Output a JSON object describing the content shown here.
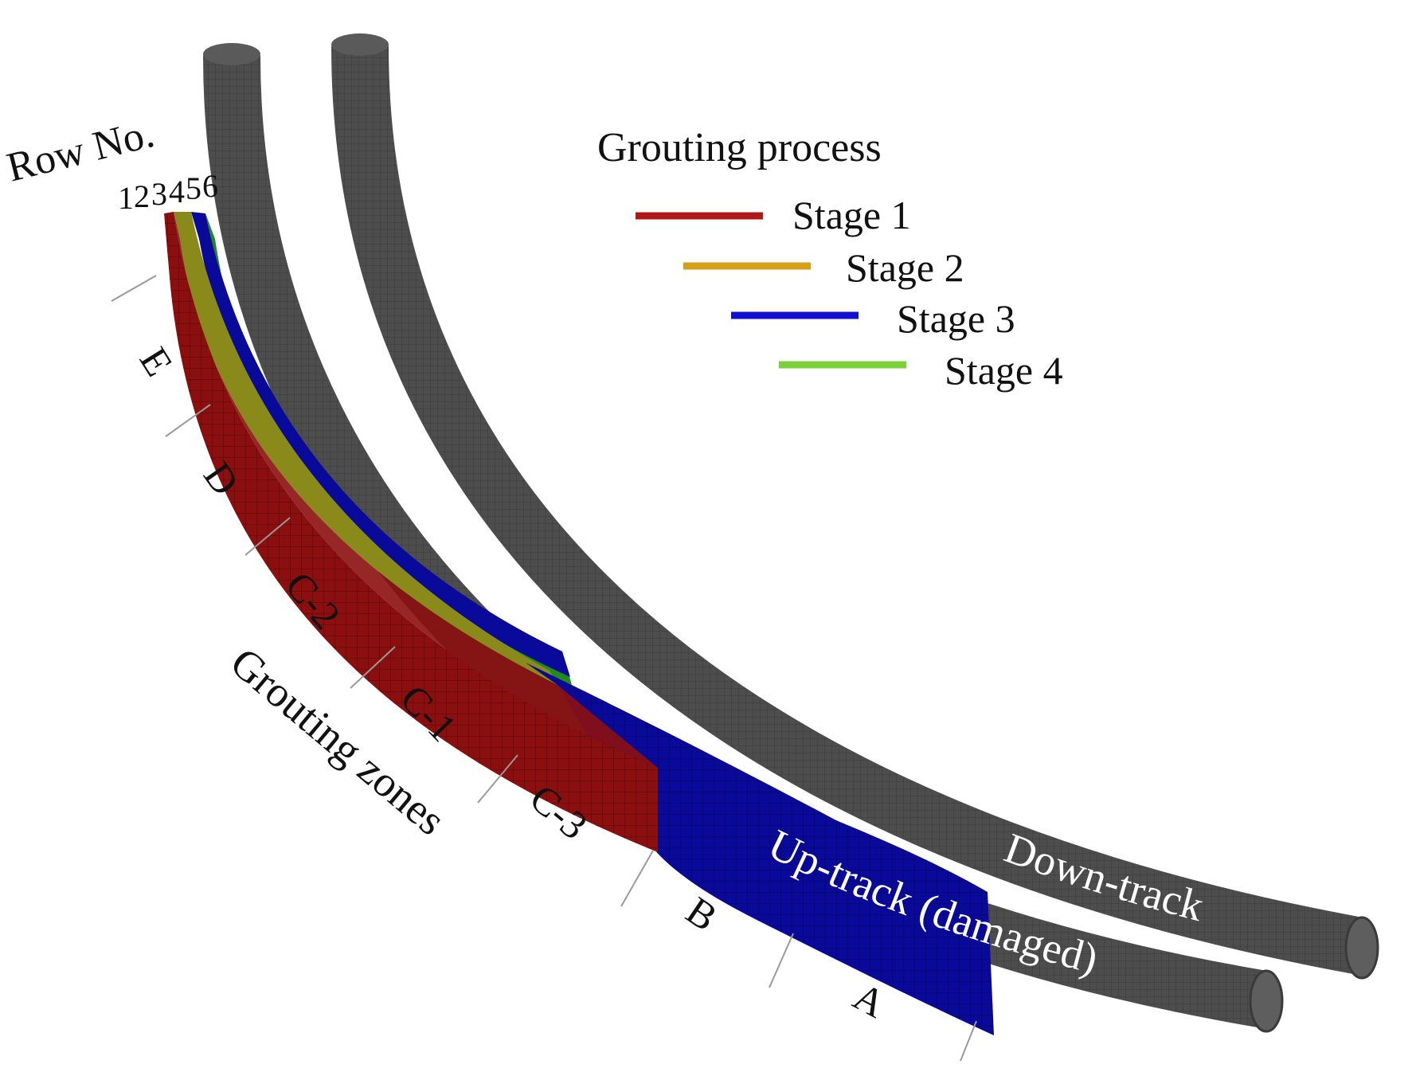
{
  "row_header": "Row No.",
  "row_numbers": [
    {
      "label": "1",
      "color": "#b01818"
    },
    {
      "label": "2",
      "color": "#d4a017"
    },
    {
      "label": "3",
      "color": "#d4a017"
    },
    {
      "label": "4",
      "color": "#1a1ad6"
    },
    {
      "label": "5",
      "color": "#1f9a3a"
    },
    {
      "label": "6",
      "color": "#1f9a3a"
    }
  ],
  "legend": {
    "title": "Grouting process",
    "items": [
      {
        "label": "Stage 1",
        "color": "#b01818"
      },
      {
        "label": "Stage 2",
        "color": "#d4a017"
      },
      {
        "label": "Stage 3",
        "color": "#1010d0"
      },
      {
        "label": "Stage 4",
        "color": "#7cd13a"
      }
    ]
  },
  "zones": {
    "caption": "Grouting zones",
    "labels": [
      "E",
      "D",
      "C-2",
      "C-1",
      "C-3",
      "B",
      "A"
    ]
  },
  "tunnels": {
    "down_track": "Down-track",
    "up_track": "Up-track (damaged)",
    "color": "#4d4d4d"
  },
  "layer_colors": {
    "red": "#8c0f0f",
    "olive": "#8a8a1a",
    "blue": "#0a0a9a",
    "green": "#1f8a1f"
  }
}
